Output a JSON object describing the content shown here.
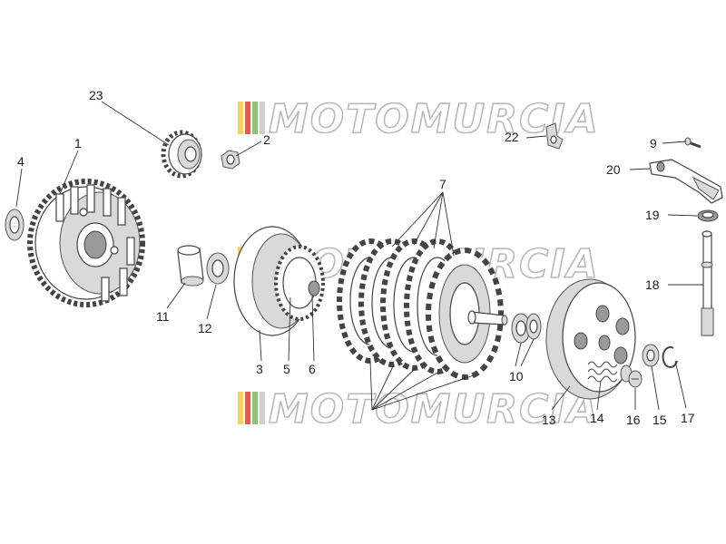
{
  "watermarks": [
    {
      "text": "MOTOMURCIA"
    },
    {
      "text": "MOTOMURCIA"
    },
    {
      "text": "MOTOMURCIA"
    }
  ],
  "watermark_colors": [
    "#f4d35a",
    "#e85a4f",
    "#8fc46a",
    "#cfcfcf"
  ],
  "callouts": {
    "p1": "1",
    "p2": "2",
    "p3": "3",
    "p4": "4",
    "p5": "5",
    "p6": "6",
    "p7": "7",
    "p9": "9",
    "p10": "10",
    "p11": "11",
    "p12": "12",
    "p13": "13",
    "p14": "14",
    "p15": "15",
    "p16": "16",
    "p17": "17",
    "p18": "18",
    "p19": "19",
    "p20": "20",
    "p22": "22",
    "p23": "23"
  }
}
